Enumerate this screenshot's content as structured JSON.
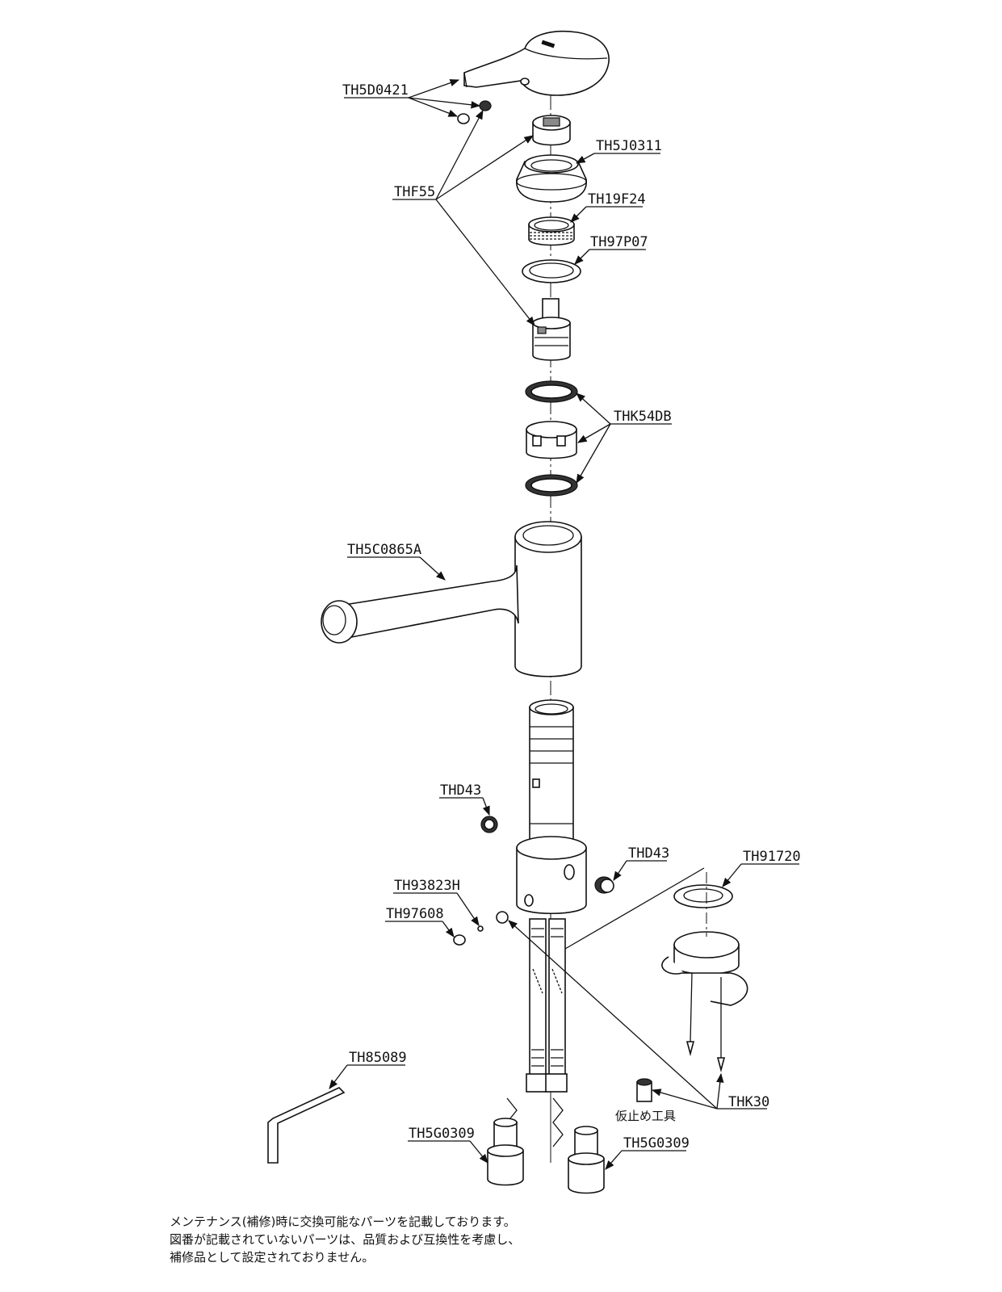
{
  "diagram": {
    "part_labels": {
      "th5d0421": "TH5D0421",
      "th5j0311": "TH5J0311",
      "th19f24": "TH19F24",
      "th97p07": "TH97P07",
      "thf55": "THF55",
      "thk54db": "THK54DB",
      "th5c0865a": "TH5C0865A",
      "thd43_left": "THD43",
      "thd43_right": "THD43",
      "th91720": "TH91720",
      "th93823h": "TH93823H",
      "th97608": "TH97608",
      "th85089": "TH85089",
      "thk30": "THK30",
      "th5g0309_left": "TH5G0309",
      "th5g0309_right": "TH5G0309",
      "temp_tool": "仮止め工具"
    },
    "notes": [
      "メンテナンス(補修)時に交換可能なパーツを記載しております。",
      "図番が記載されていないパーツは、品質および互換性を考慮し、",
      "補修品として設定されておりません。"
    ]
  }
}
